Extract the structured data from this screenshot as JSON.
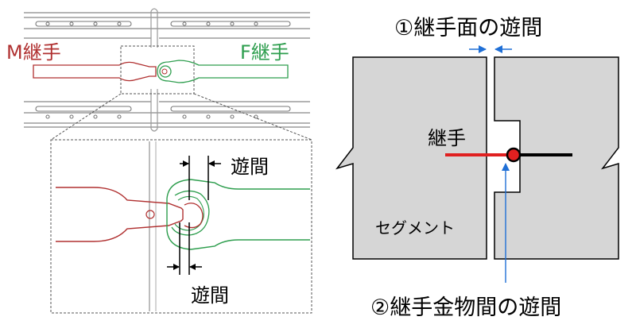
{
  "labels": {
    "m_joint": "M継手",
    "f_joint": "F継手",
    "gap_upper": "遊間",
    "gap_lower": "遊間",
    "joint": "継手",
    "segment": "セグメント",
    "joint_face_gap": "①継手面の遊間",
    "fitting_gap": "②継手金物間の遊間"
  },
  "colors": {
    "m_joint": "#b03030",
    "f_joint": "#2e9e4e",
    "segment_fill": "#d6d6d6",
    "arrow_blue": "#1f6fd6",
    "joint_red": "#e02020"
  }
}
